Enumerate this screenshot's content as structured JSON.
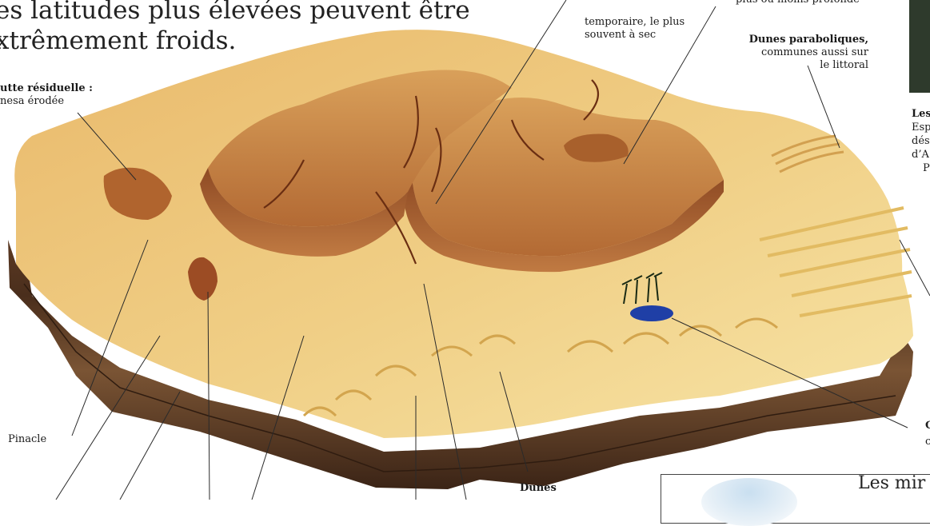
{
  "heading": {
    "line1": "es latitudes plus élevées peuvent être",
    "line2": "xtrêmement froids."
  },
  "labels": {
    "butte_title": "utte résiduelle :",
    "butte_sub": "nesa érodée",
    "oued_line1": "temporaire, le plus",
    "oued_line2": "souvent à sec",
    "top_partial": "plus ou moins profonde",
    "dunes_para_title": "Dunes paraboliques,",
    "dunes_para_line2": "communes aussi sur",
    "dunes_para_line3": "le littoral",
    "pinacle": "Pinacle",
    "dunes": "Dunes"
  },
  "side_text": {
    "line1": "Les",
    "line2": "Esp",
    "line3": "dés",
    "line4": "d’A",
    "line5": "P",
    "c_letter": "C",
    "o_letter": "c"
  },
  "inset": {
    "text": "Les mir"
  },
  "colors": {
    "sand_light": "#f4dc93",
    "sand": "#e8bf6a",
    "rock": "#c98a4a",
    "rock_dark": "#8a4a22",
    "strata": "#5b3a22",
    "water": "#1f3fa6",
    "leader": "#2a2a2a"
  }
}
